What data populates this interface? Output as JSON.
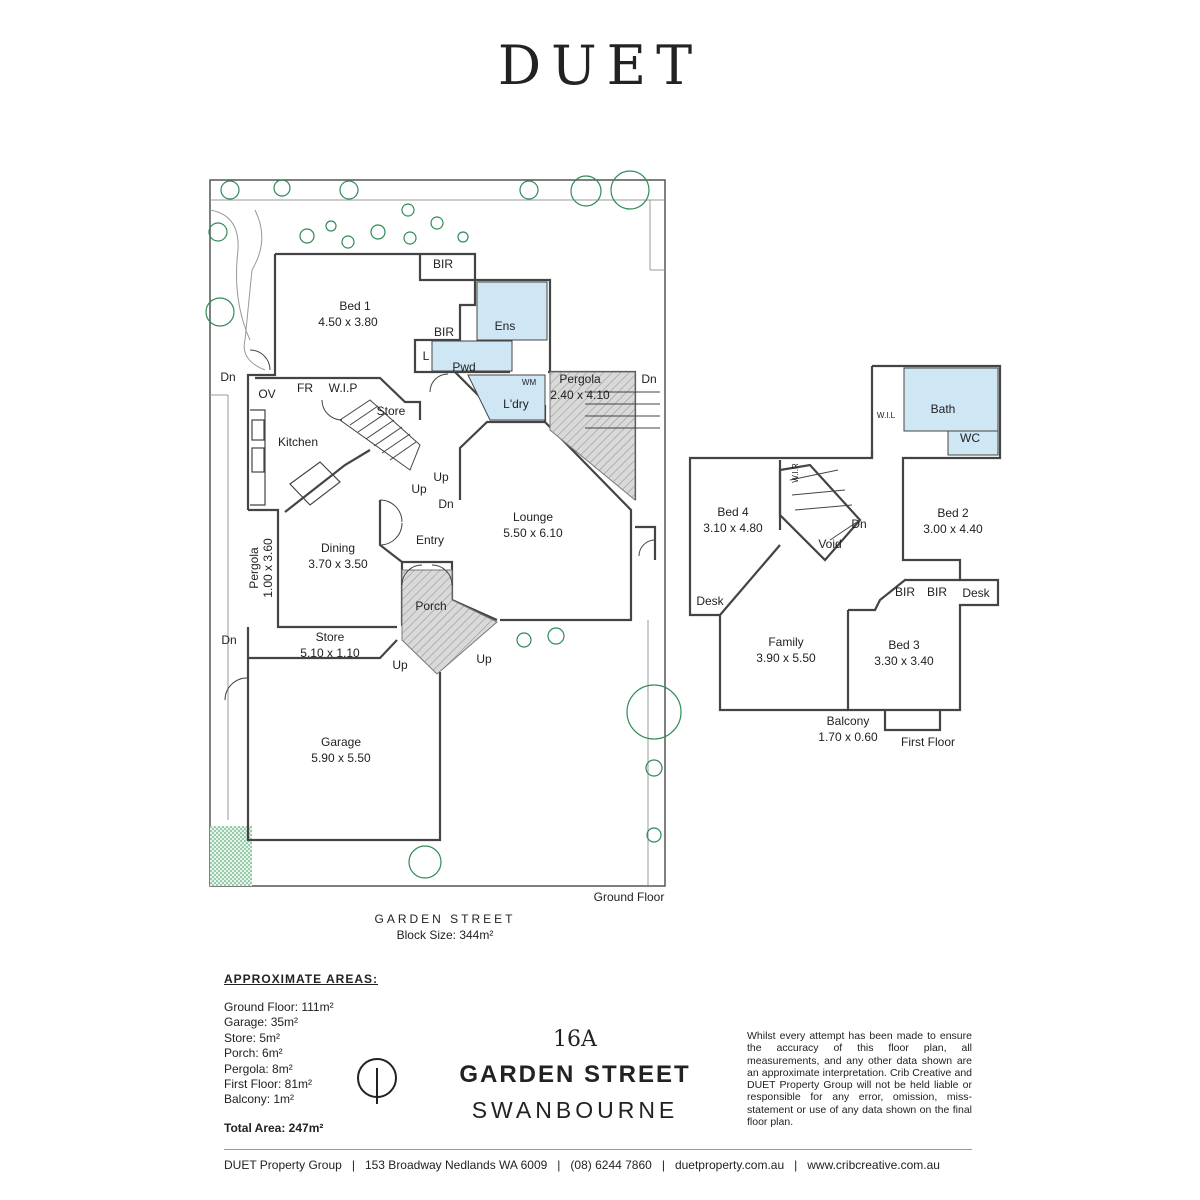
{
  "brand": "DUET",
  "rooms": {
    "bed1": {
      "name": "Bed 1",
      "size": "4.50 x 3.80"
    },
    "bir1": "BIR",
    "bir2": "BIR",
    "ens": "Ens",
    "l": "L",
    "pwd": "Pwd",
    "ov": "OV",
    "fr": "FR",
    "wip": "W.I.P",
    "store1": "Store",
    "laundry": "L'dry",
    "wm": "WM",
    "pergola1": {
      "name": "Pergola",
      "size": "2.40 x 4.10"
    },
    "dn1": "Dn",
    "dn2": "Dn",
    "kitchen": "Kitchen",
    "up1": "Up",
    "up2": "Up",
    "dn3": "Dn",
    "lounge": {
      "name": "Lounge",
      "size": "5.50 x 6.10"
    },
    "entry": "Entry",
    "dining": {
      "name": "Dining",
      "size": "3.70 x 3.50"
    },
    "pergola2": {
      "name": "Pergola",
      "size": "1.00 x 3.60"
    },
    "porch": "Porch",
    "dn4": "Dn",
    "store2": {
      "name": "Store",
      "size": "5.10 x 1.10"
    },
    "up3": "Up",
    "up4": "Up",
    "garage": {
      "name": "Garage",
      "size": "5.90 x 5.50"
    },
    "ground_floor": "Ground Floor",
    "wil": "W.I.L",
    "bath": "Bath",
    "wc": "WC",
    "wir": "W.I.R",
    "bed4": {
      "name": "Bed 4",
      "size": "3.10 x 4.80"
    },
    "dn5": "Dn",
    "void": "Void",
    "bed2": {
      "name": "Bed 2",
      "size": "3.00 x 4.40"
    },
    "desk1": "Desk",
    "bir3": "BIR",
    "bir4": "BIR",
    "desk2": "Desk",
    "family": {
      "name": "Family",
      "size": "3.90 x 5.50"
    },
    "bed3": {
      "name": "Bed 3",
      "size": "3.30 x 3.40"
    },
    "balcony": {
      "name": "Balcony",
      "size": "1.70 x 0.60"
    },
    "first_floor": "First Floor"
  },
  "street_name": "GARDEN STREET",
  "block_size": "Block Size: 344m²",
  "areas": {
    "heading": "APPROXIMATE AREAS:",
    "items": [
      "Ground Floor: 111m²",
      "Garage: 35m²",
      "Store: 5m²",
      "Porch: 6m²",
      "Pergola: 8m²",
      "First Floor: 81m²",
      "Balcony: 1m²"
    ],
    "total": "Total Area: 247m²"
  },
  "address": {
    "number": "16A",
    "street": "GARDEN STREET",
    "suburb": "SWANBOURNE"
  },
  "disclaimer": "Whilst every attempt has been made to ensure the accuracy of this floor plan, all measurements, and any other data shown are an approximate interpretation. Crib Creative and DUET Property Group will not be held liable or responsible for any error, omission, miss-statement or use of any data shown on the final floor plan.",
  "footer": {
    "company": "DUET Property Group",
    "address": "153 Broadway Nedlands WA 6009",
    "phone": "(08) 6244 7860",
    "website": "duetproperty.com.au",
    "credit": "www.cribcreative.com.au"
  },
  "colors": {
    "wall": "#444444",
    "tree": "#2e8b57",
    "wet_area": "#cfe6f5",
    "hatch": "#9a9a9a",
    "lawn": "#3a9e5c"
  }
}
